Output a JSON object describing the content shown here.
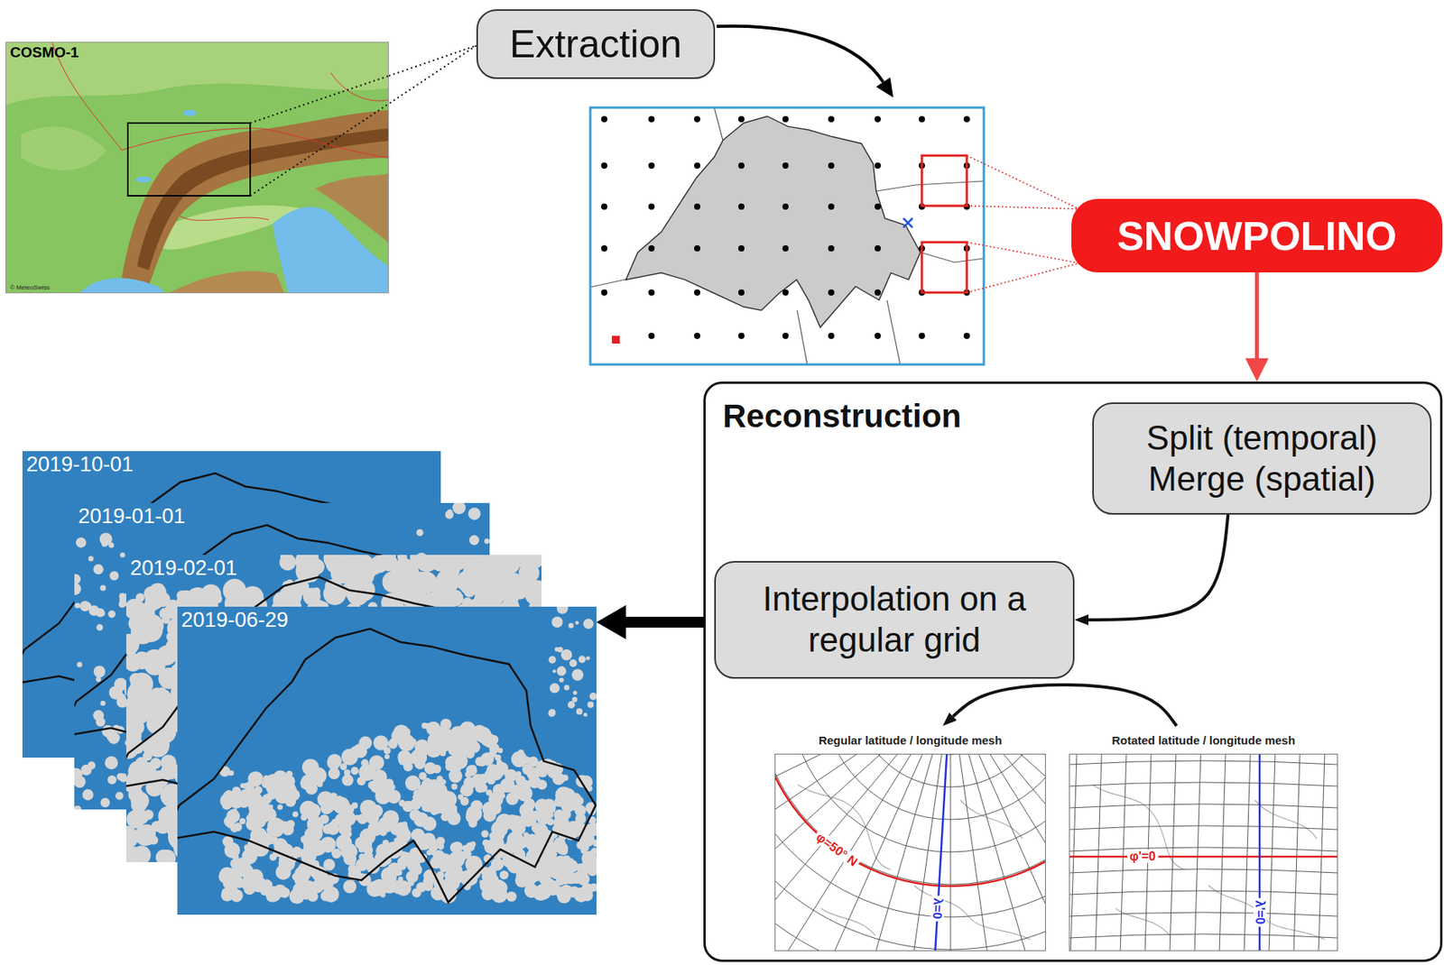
{
  "diagram": {
    "nodes": [
      {
        "text": [
          "COSMO-1",
          "© MeteoSwiss"
        ]
      },
      {
        "text": [
          "Extraction"
        ]
      },
      {
        "text": [
          "SNOWPOLINO"
        ]
      },
      {
        "text": [
          "Reconstruction"
        ]
      },
      {
        "text": [
          "Split (temporal) Merge (spatial)"
        ],
        "in": 3
      },
      {
        "text": [
          "Interpolation on a regular grid"
        ],
        "in": 3
      },
      {
        "text": [
          "Regular latitude / longitude mesh"
        ],
        "in": 3
      },
      {
        "text": [
          "Rotated latitude / longitude mesh"
        ],
        "in": 3
      },
      {
        "text": [
          "2019-10-01"
        ]
      },
      {
        "text": [
          "2019-01-01"
        ]
      },
      {
        "text": [
          "2019-02-01"
        ]
      },
      {
        "text": [
          "2019-06-29"
        ]
      }
    ],
    "edges": [
      {
        "from": 0,
        "to": 1,
        "arrow": "none"
      },
      {
        "from": 2,
        "to": 3,
        "arrow": "to"
      },
      {
        "from": 4,
        "to": 5,
        "arrow": "to"
      },
      {
        "from": 7,
        "to": 6,
        "arrow": "to"
      },
      {
        "from": 3,
        "to": 11,
        "arrow": "to"
      }
    ],
    "labels": [
      "φ=50° N",
      "λ=0",
      "φ'=0",
      "λ'=0"
    ]
  }
}
